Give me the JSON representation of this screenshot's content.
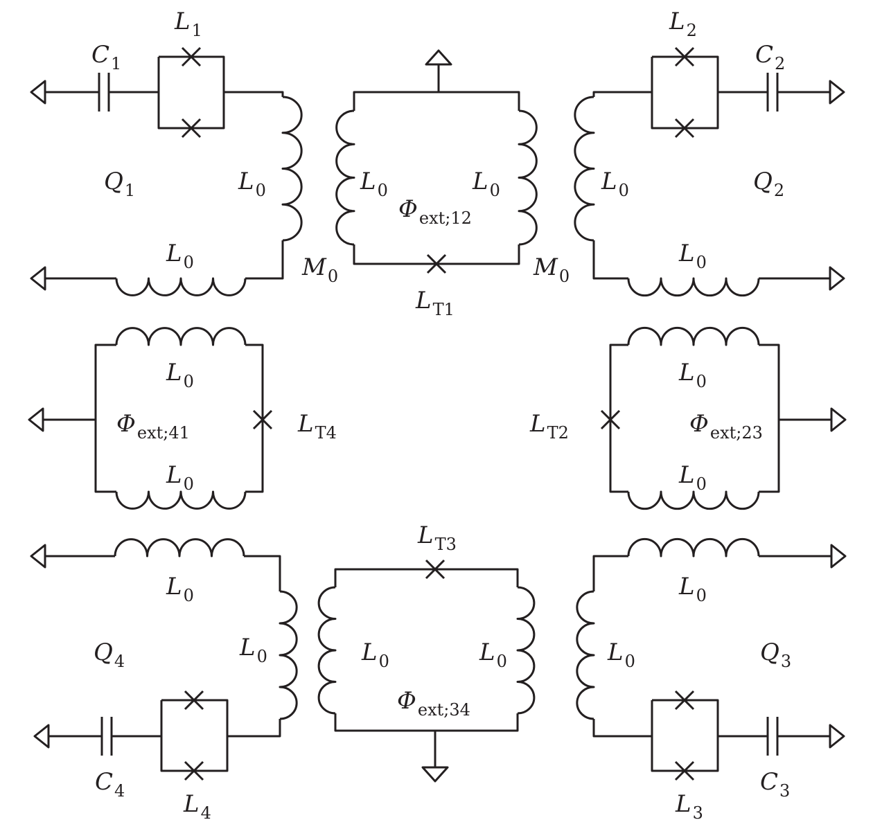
{
  "labels": {
    "L1": {
      "main": "L",
      "sub": "1"
    },
    "L2": {
      "main": "L",
      "sub": "2"
    },
    "L3": {
      "main": "L",
      "sub": "3"
    },
    "L4": {
      "main": "L",
      "sub": "4"
    },
    "C1": {
      "main": "C",
      "sub": "1"
    },
    "C2": {
      "main": "C",
      "sub": "2"
    },
    "C3": {
      "main": "C",
      "sub": "3"
    },
    "C4": {
      "main": "C",
      "sub": "4"
    },
    "Q1": {
      "main": "Q",
      "sub": "1"
    },
    "Q2": {
      "main": "Q",
      "sub": "2"
    },
    "Q3": {
      "main": "Q",
      "sub": "3"
    },
    "Q4": {
      "main": "Q",
      "sub": "4"
    },
    "L0": {
      "main": "L",
      "sub": "0"
    },
    "M0": {
      "main": "M",
      "sub": "0"
    },
    "LT1": {
      "main": "L",
      "sub": "T1"
    },
    "LT2": {
      "main": "L",
      "sub": "T2"
    },
    "LT3": {
      "main": "L",
      "sub": "T3"
    },
    "LT4": {
      "main": "L",
      "sub": "T4"
    },
    "phi12": {
      "main": "Φ",
      "sub": "ext;12"
    },
    "phi23": {
      "main": "Φ",
      "sub": "ext;23"
    },
    "phi34": {
      "main": "Φ",
      "sub": "ext;34"
    },
    "phi41": {
      "main": "Φ",
      "sub": "ext;41"
    }
  }
}
